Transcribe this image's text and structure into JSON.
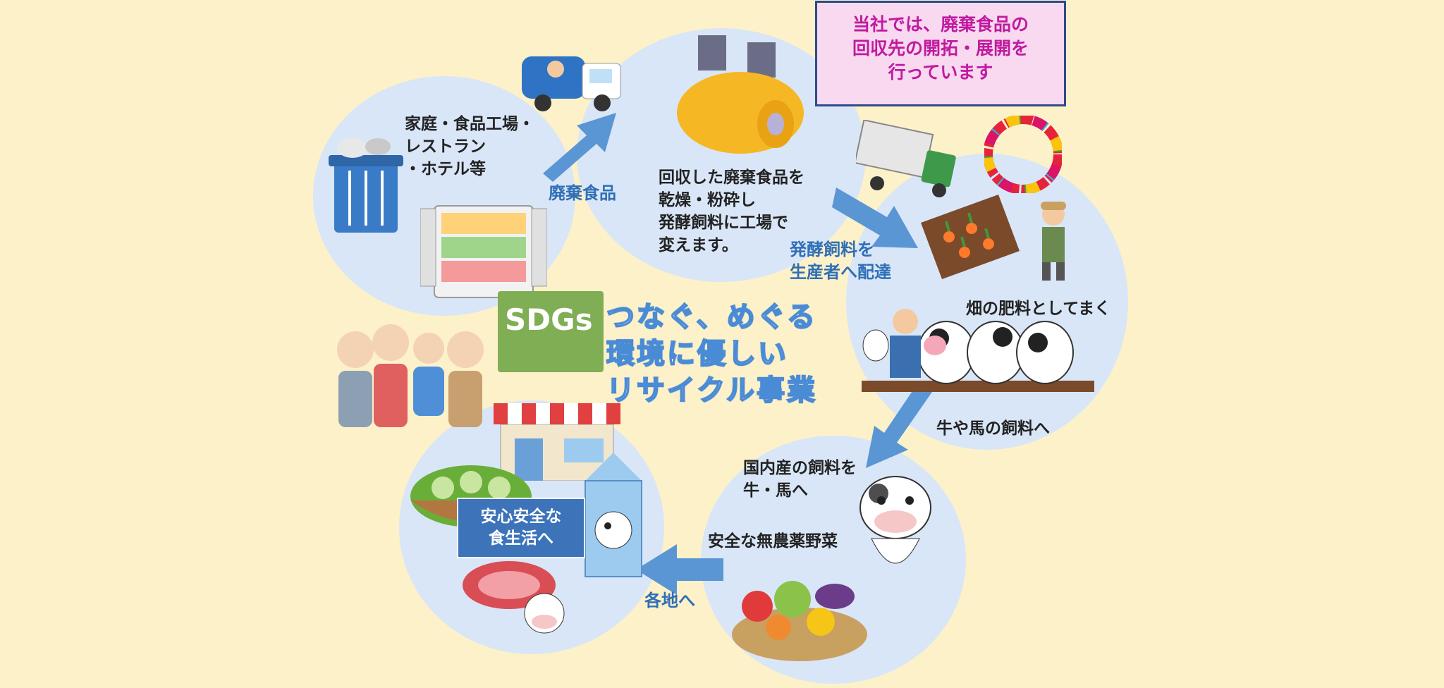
{
  "notice": {
    "text": "当社では、廃棄食品の\n回収先の開拓・展開を\n行っています"
  },
  "sources": {
    "text": "家庭・食品工場・\nレストラン\n・ホテル等"
  },
  "labels": {
    "waste_food": "廃棄食品",
    "processing": "回収した廃棄食品を\n乾燥・粉砕し\n発酵飼料に工場で\n変えます。",
    "delivery": "発酵飼料を\n生産者へ配達",
    "fertilizer": "畑の肥料としてまく",
    "livestock_feed": "牛や馬の飼料へ",
    "domestic_feed": "国内産の飼料を\n牛・馬へ",
    "vegetables": "安全な無農薬野菜",
    "distribution": "各地へ",
    "safe_diet": "安心安全な\n食生活へ",
    "sdgs_badge": "SDGs",
    "sdgs_title": "つなぐ、めぐる\n環境に優しい\nリサイクル事業"
  },
  "colors": {
    "background": "#fdf1c9",
    "circle": "#d9e6f7",
    "arrow": "#5b96d4",
    "notice_bg": "#f8d9ef",
    "notice_text": "#c01aa0",
    "label_blue": "#2f6fb6"
  },
  "icons": {
    "trash": "trash-can-icon",
    "fridge": "refrigerator-icon",
    "garbage_truck": "garbage-truck-icon",
    "tank": "fermentation-tank-icon",
    "delivery_truck": "delivery-truck-icon",
    "sdgs_wheel": "sdgs-wheel-icon",
    "field": "vegetable-field-icon",
    "farmer": "farmer-icon",
    "cows": "cows-icon",
    "family": "family-icon",
    "shop": "shop-icon",
    "salad": "salad-icon",
    "milk": "milk-carton-icon",
    "meat": "meat-icon",
    "cow": "cow-character-icon",
    "vegetables": "vegetable-basket-icon"
  }
}
